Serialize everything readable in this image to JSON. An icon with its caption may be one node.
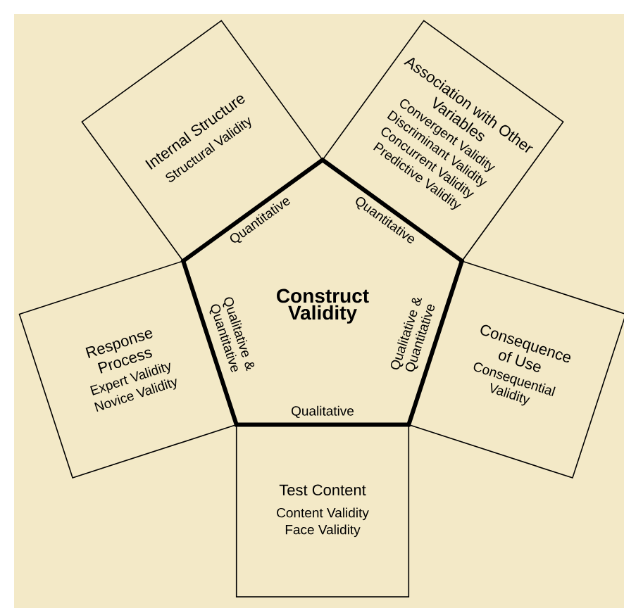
{
  "diagram": {
    "nodes": [
      {
        "text": [
          "Construct Validity"
        ]
      },
      {
        "text": [
          "Internal Structure",
          "Structural Validity"
        ]
      },
      {
        "text": [
          "Association with Other Variables",
          "Convergent Validity",
          "Discriminant Validity",
          "Concurrent Validity",
          "Predictive Validity"
        ]
      },
      {
        "text": [
          "Consequence of Use",
          "Consequential Validity"
        ]
      },
      {
        "text": [
          "Test Content",
          "Content Validity",
          "Face Validity"
        ]
      },
      {
        "text": [
          "Response Process",
          "Expert Validity",
          "Novice Validity"
        ]
      }
    ],
    "labels": [
      "Quantitative",
      "Quantitative",
      "Qualitative & Quantitative",
      "Qualitative",
      "Qualitative & Quantitative"
    ]
  }
}
